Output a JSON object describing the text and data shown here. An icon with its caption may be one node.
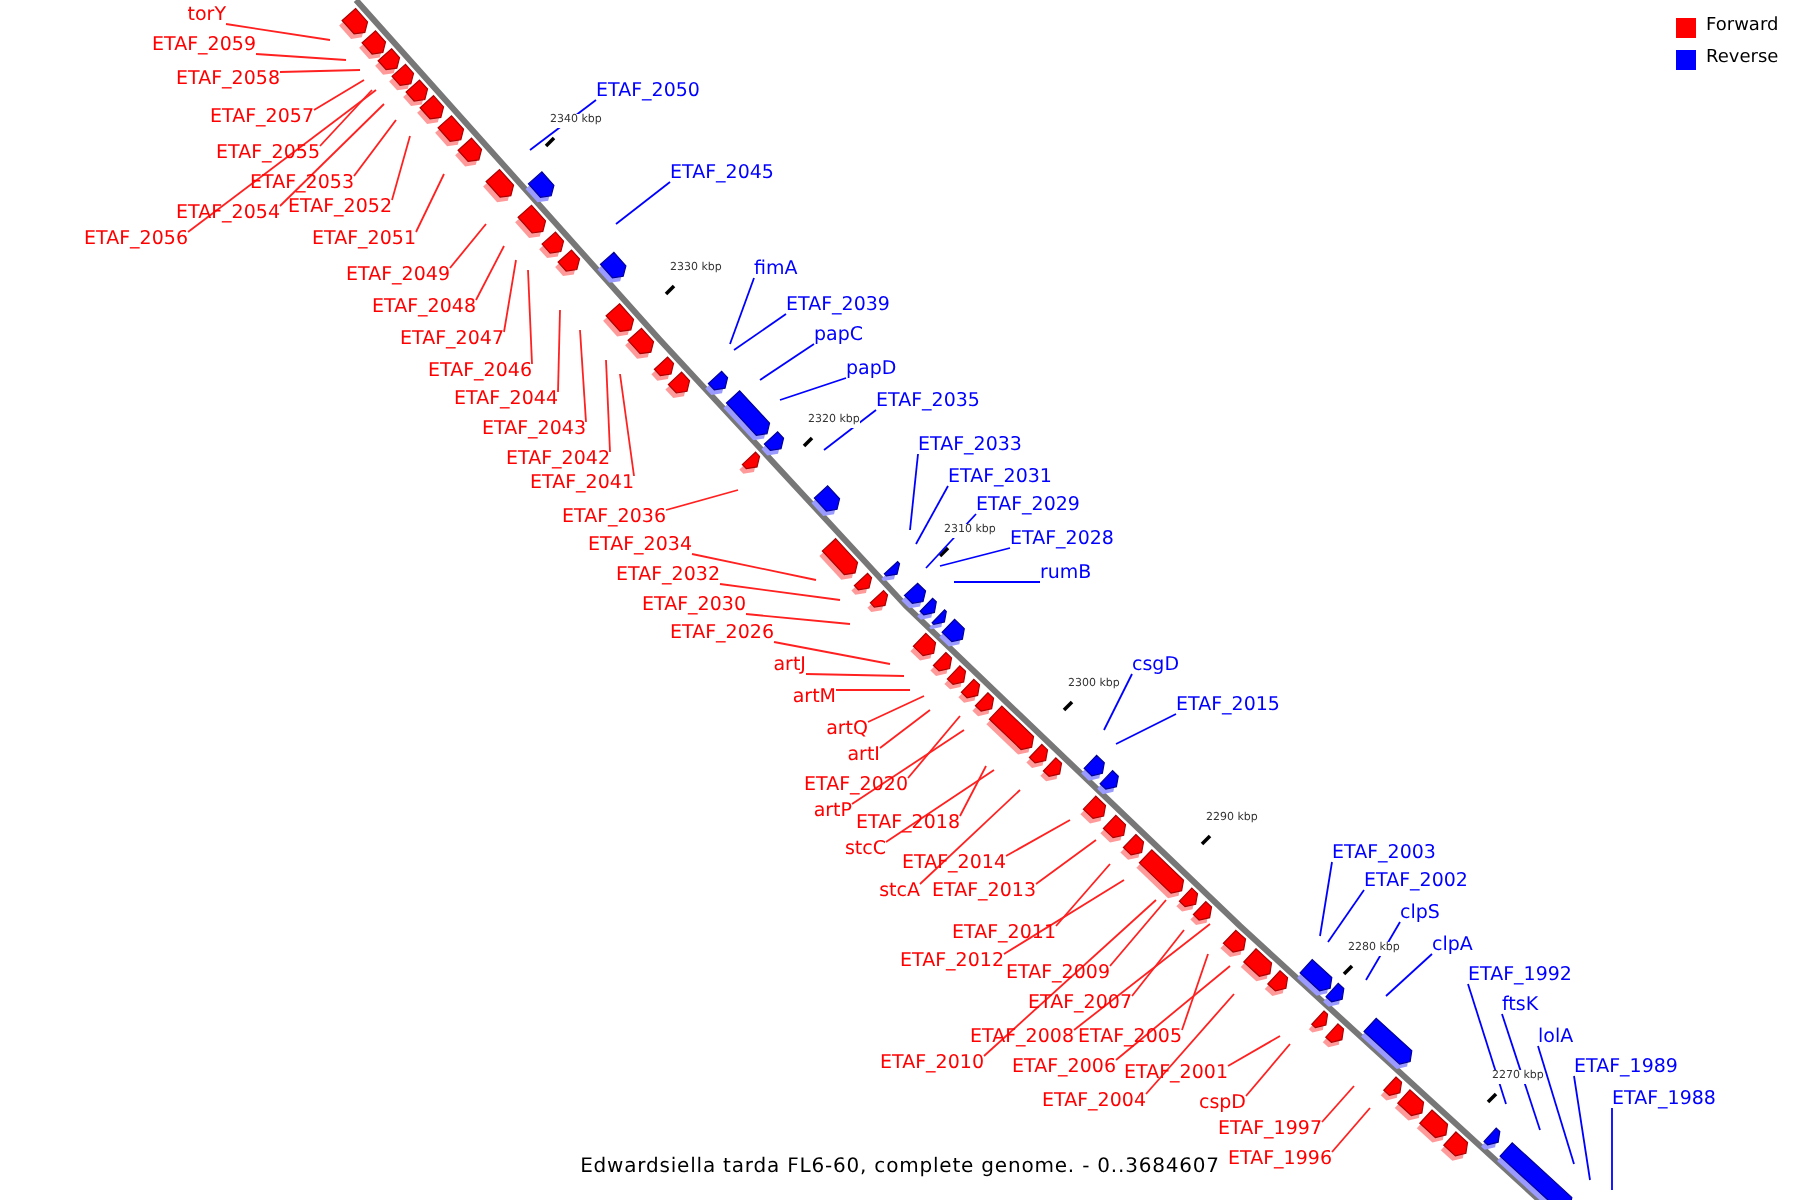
{
  "diagram": {
    "caption": "Edwardsiella tarda FL6-60, complete genome. - 0..3684607",
    "nodes": [
      {
        "text": [
          "torY"
        ]
      },
      {
        "text": [
          "ETAF_2059"
        ]
      },
      {
        "text": [
          "ETAF_2058"
        ]
      },
      {
        "text": [
          "ETAF_2050"
        ]
      },
      {
        "text": [
          "ETAF_2057"
        ]
      },
      {
        "text": [
          "ETAF_2055"
        ]
      },
      {
        "text": [
          "ETAF_2045"
        ]
      },
      {
        "text": [
          "ETAF_2053"
        ]
      },
      {
        "text": [
          "ETAF_2052"
        ]
      },
      {
        "text": [
          "ETAF_2054"
        ]
      },
      {
        "text": [
          "ETAF_2056"
        ]
      },
      {
        "text": [
          "ETAF_2051"
        ]
      },
      {
        "text": [
          "fimA"
        ]
      },
      {
        "text": [
          "ETAF_2049"
        ]
      },
      {
        "text": [
          "ETAF_2039"
        ]
      },
      {
        "text": [
          "ETAF_2048"
        ]
      },
      {
        "text": [
          "papC"
        ]
      },
      {
        "text": [
          "ETAF_2047"
        ]
      },
      {
        "text": [
          "papD"
        ]
      },
      {
        "text": [
          "ETAF_2046"
        ]
      },
      {
        "text": [
          "ETAF_2044"
        ]
      },
      {
        "text": [
          "ETAF_2035"
        ]
      },
      {
        "text": [
          "ETAF_2043"
        ]
      },
      {
        "text": [
          "ETAF_2033"
        ]
      },
      {
        "text": [
          "ETAF_2042"
        ]
      },
      {
        "text": [
          "ETAF_2031"
        ]
      },
      {
        "text": [
          "ETAF_2041"
        ]
      },
      {
        "text": [
          "ETAF_2029"
        ]
      },
      {
        "text": [
          "ETAF_2036"
        ]
      },
      {
        "text": [
          "ETAF_2028"
        ]
      },
      {
        "text": [
          "ETAF_2034"
        ]
      },
      {
        "text": [
          "rumB"
        ]
      },
      {
        "text": [
          "ETAF_2032"
        ]
      },
      {
        "text": [
          "ETAF_2030"
        ]
      },
      {
        "text": [
          "ETAF_2026"
        ]
      },
      {
        "text": [
          "artJ"
        ]
      },
      {
        "text": [
          "csgD"
        ]
      },
      {
        "text": [
          "artM"
        ]
      },
      {
        "text": [
          "ETAF_2015"
        ]
      },
      {
        "text": [
          "artQ"
        ]
      },
      {
        "text": [
          "artI"
        ]
      },
      {
        "text": [
          "ETAF_2020"
        ]
      },
      {
        "text": [
          "artP"
        ]
      },
      {
        "text": [
          "ETAF_2018"
        ]
      },
      {
        "text": [
          "stcC"
        ]
      },
      {
        "text": [
          "ETAF_2003"
        ]
      },
      {
        "text": [
          "ETAF_2014"
        ]
      },
      {
        "text": [
          "ETAF_2002"
        ]
      },
      {
        "text": [
          "stcA"
        ]
      },
      {
        "text": [
          "ETAF_2013"
        ]
      },
      {
        "text": [
          "clpS"
        ]
      },
      {
        "text": [
          "ETAF_2011"
        ]
      },
      {
        "text": [
          "clpA"
        ]
      },
      {
        "text": [
          "ETAF_2012"
        ]
      },
      {
        "text": [
          "ETAF_2009"
        ]
      },
      {
        "text": [
          "ETAF_1992"
        ]
      },
      {
        "text": [
          "ETAF_2007"
        ]
      },
      {
        "text": [
          "ftsK"
        ]
      },
      {
        "text": [
          "ETAF_2008"
        ]
      },
      {
        "text": [
          "ETAF_2005"
        ]
      },
      {
        "text": [
          "lolA"
        ]
      },
      {
        "text": [
          "ETAF_2010"
        ]
      },
      {
        "text": [
          "ETAF_2006"
        ]
      },
      {
        "text": [
          "ETAF_1989"
        ]
      },
      {
        "text": [
          "ETAF_2001"
        ]
      },
      {
        "text": [
          "ETAF_1988"
        ]
      },
      {
        "text": [
          "ETAF_2004"
        ]
      },
      {
        "text": [
          "cspD"
        ]
      },
      {
        "text": [
          "ETAF_1997"
        ]
      },
      {
        "text": [
          "ETAF_1996"
        ]
      }
    ],
    "edges": [
      {
        "from": 0,
        "to": null,
        "arrow": "none"
      },
      {
        "from": 1,
        "to": null,
        "arrow": "none"
      },
      {
        "from": 2,
        "to": null,
        "arrow": "none"
      },
      {
        "from": 3,
        "to": null,
        "arrow": "none",
        "color": "#0000ff"
      },
      {
        "from": 4,
        "to": null,
        "arrow": "none"
      },
      {
        "from": 5,
        "to": null,
        "arrow": "none"
      },
      {
        "from": 6,
        "to": null,
        "arrow": "none",
        "color": "#0000ff"
      },
      {
        "from": 7,
        "to": null,
        "arrow": "none"
      },
      {
        "from": 8,
        "to": null,
        "arrow": "none"
      },
      {
        "from": 9,
        "to": null,
        "arrow": "none"
      },
      {
        "from": 10,
        "to": null,
        "arrow": "none"
      },
      {
        "from": 11,
        "to": null,
        "arrow": "none"
      },
      {
        "from": 12,
        "to": null,
        "arrow": "none",
        "color": "#0000ff"
      },
      {
        "from": 13,
        "to": null,
        "arrow": "none"
      },
      {
        "from": 14,
        "to": null,
        "arrow": "none",
        "color": "#0000ff"
      },
      {
        "from": 15,
        "to": null,
        "arrow": "none"
      },
      {
        "from": 16,
        "to": null,
        "arrow": "none",
        "color": "#0000ff"
      },
      {
        "from": 17,
        "to": null,
        "arrow": "none"
      },
      {
        "from": 18,
        "to": null,
        "arrow": "none",
        "color": "#0000ff"
      },
      {
        "from": 19,
        "to": null,
        "arrow": "none"
      },
      {
        "from": 20,
        "to": null,
        "arrow": "none"
      },
      {
        "from": 21,
        "to": null,
        "arrow": "none",
        "color": "#0000ff"
      },
      {
        "from": 22,
        "to": null,
        "arrow": "none"
      },
      {
        "from": 23,
        "to": null,
        "arrow": "none",
        "color": "#0000ff"
      },
      {
        "from": 24,
        "to": null,
        "arrow": "none"
      },
      {
        "from": 25,
        "to": null,
        "arrow": "none",
        "color": "#0000ff"
      },
      {
        "from": 26,
        "to": null,
        "arrow": "none"
      },
      {
        "from": 27,
        "to": null,
        "arrow": "none",
        "color": "#0000ff"
      },
      {
        "from": 28,
        "to": null,
        "arrow": "none"
      },
      {
        "from": 29,
        "to": null,
        "arrow": "none",
        "color": "#0000ff"
      },
      {
        "from": 30,
        "to": null,
        "arrow": "none"
      },
      {
        "from": 31,
        "to": null,
        "arrow": "none",
        "color": "#0000ff"
      },
      {
        "from": 32,
        "to": null,
        "arrow": "none"
      },
      {
        "from": 33,
        "to": null,
        "arrow": "none"
      },
      {
        "from": 34,
        "to": null,
        "arrow": "none"
      },
      {
        "from": 35,
        "to": null,
        "arrow": "none"
      },
      {
        "from": 36,
        "to": null,
        "arrow": "none",
        "color": "#0000ff"
      },
      {
        "from": 37,
        "to": null,
        "arrow": "none"
      },
      {
        "from": 38,
        "to": null,
        "arrow": "none",
        "color": "#0000ff"
      },
      {
        "from": 39,
        "to": null,
        "arrow": "none"
      },
      {
        "from": 40,
        "to": null,
        "arrow": "none"
      },
      {
        "from": 41,
        "to": null,
        "arrow": "none"
      },
      {
        "from": 42,
        "to": null,
        "arrow": "none"
      },
      {
        "from": 43,
        "to": null,
        "arrow": "none"
      },
      {
        "from": 44,
        "to": null,
        "arrow": "none"
      },
      {
        "from": 45,
        "to": null,
        "arrow": "none",
        "color": "#0000ff"
      },
      {
        "from": 46,
        "to": null,
        "arrow": "none"
      },
      {
        "from": 47,
        "to": null,
        "arrow": "none",
        "color": "#0000ff"
      },
      {
        "from": 48,
        "to": null,
        "arrow": "none"
      },
      {
        "from": 49,
        "to": null,
        "arrow": "none"
      },
      {
        "from": 50,
        "to": null,
        "arrow": "none",
        "color": "#0000ff"
      },
      {
        "from": 51,
        "to": null,
        "arrow": "none"
      },
      {
        "from": 52,
        "to": null,
        "arrow": "none",
        "color": "#0000ff"
      },
      {
        "from": 53,
        "to": null,
        "arrow": "none"
      },
      {
        "from": 54,
        "to": null,
        "arrow": "none"
      },
      {
        "from": 55,
        "to": null,
        "arrow": "none",
        "color": "#0000ff"
      },
      {
        "from": 56,
        "to": null,
        "arrow": "none"
      },
      {
        "from": 57,
        "to": null,
        "arrow": "none",
        "color": "#0000ff"
      },
      {
        "from": 58,
        "to": null,
        "arrow": "none"
      },
      {
        "from": 59,
        "to": null,
        "arrow": "none"
      },
      {
        "from": 60,
        "to": null,
        "arrow": "none",
        "color": "#0000ff"
      },
      {
        "from": 61,
        "to": null,
        "arrow": "none"
      },
      {
        "from": 62,
        "to": null,
        "arrow": "none"
      },
      {
        "from": 63,
        "to": null,
        "arrow": "none",
        "color": "#0000ff"
      },
      {
        "from": 64,
        "to": null,
        "arrow": "none"
      },
      {
        "from": 65,
        "to": null,
        "arrow": "none",
        "color": "#0000ff"
      },
      {
        "from": 66,
        "to": null,
        "arrow": "none"
      },
      {
        "from": 67,
        "to": null,
        "arrow": "none"
      },
      {
        "from": 68,
        "to": null,
        "arrow": "none"
      },
      {
        "from": 69,
        "to": null,
        "arrow": "none"
      }
    ],
    "labels": [
      "2340 kbp",
      "2330 kbp",
      "2320 kbp",
      "2310 kbp",
      "2300 kbp",
      "2290 kbp",
      "2280 kbp",
      "2270 kbp"
    ],
    "legend": [
      {
        "text": "Forward",
        "color": "#ff0000"
      },
      {
        "text": "Reverse",
        "color": "#0000ff"
      }
    ]
  }
}
